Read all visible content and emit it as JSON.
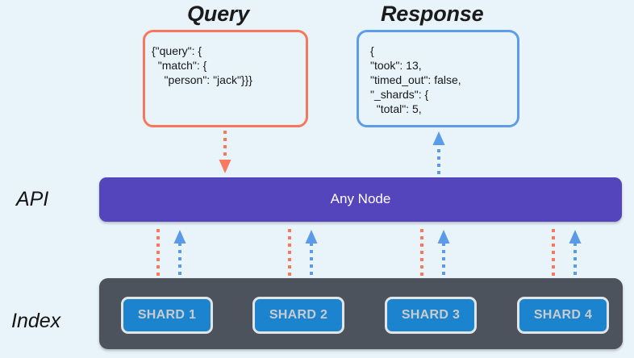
{
  "diagram": {
    "background_color": "#e9f4fa",
    "titles": {
      "query": "Query",
      "response": "Response"
    },
    "row_labels": {
      "api": "API",
      "index": "Index"
    },
    "query_box": {
      "border_color": "#f8775c",
      "code": "{\"query\": {\n  \"match\": {\n    \"person\": \"jack\"}}}"
    },
    "response_box": {
      "border_color": "#5d9ce8",
      "code": "{\n\"took\": 13,\n\"timed_out\": false,\n\"_shards\": {\n  \"total\": 5,"
    },
    "api_node": {
      "label": "Any Node",
      "color": "#5545bd"
    },
    "index": {
      "container_color": "#4d535c",
      "shard_color": "#1c84ce",
      "shards": [
        {
          "label": "SHARD 1"
        },
        {
          "label": "SHARD 2"
        },
        {
          "label": "SHARD 3"
        },
        {
          "label": "SHARD 4"
        }
      ]
    },
    "flows": {
      "request_color": "#f8795f",
      "response_color": "#5b9ae6",
      "request_direction": "down",
      "response_direction": "up"
    }
  }
}
